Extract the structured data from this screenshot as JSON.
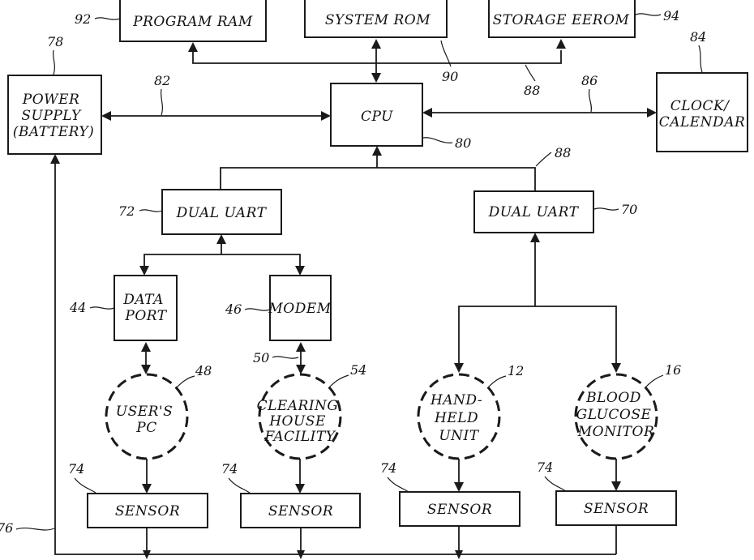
{
  "blocks": {
    "program_ram": {
      "label": "PROGRAM RAM",
      "ref": "92"
    },
    "system_rom": {
      "label": "SYSTEM ROM",
      "ref": "90"
    },
    "storage_eerom": {
      "label": "STORAGE EEROM",
      "ref": "94"
    },
    "power_supply": {
      "lines": [
        "POWER",
        "SUPPLY",
        "(BATTERY)"
      ],
      "ref": "78"
    },
    "cpu": {
      "label": "CPU",
      "ref": "80"
    },
    "clock": {
      "lines": [
        "CLOCK/",
        "CALENDAR"
      ],
      "ref": "84"
    },
    "uart_left": {
      "label": "DUAL UART",
      "ref": "72"
    },
    "uart_right": {
      "label": "DUAL UART",
      "ref": "70"
    },
    "data_port": {
      "lines": [
        "DATA",
        "PORT"
      ],
      "ref": "44"
    },
    "modem": {
      "label": "MODEM",
      "ref": "46"
    },
    "users_pc": {
      "lines": [
        "USER'S",
        "PC"
      ],
      "ref": "48"
    },
    "clearing_house": {
      "lines": [
        "CLEARING",
        "HOUSE",
        "FACILITY"
      ],
      "ref": "54"
    },
    "hand_held": {
      "lines": [
        "HAND-",
        "HELD",
        "UNIT"
      ],
      "ref": "12"
    },
    "glucose_monitor": {
      "lines": [
        "BLOOD",
        "GLUCOSE",
        "MONITOR"
      ],
      "ref": "16"
    },
    "sensors": [
      {
        "label": "SENSOR",
        "ref": "74"
      },
      {
        "label": "SENSOR",
        "ref": "74"
      },
      {
        "label": "SENSOR",
        "ref": "74"
      },
      {
        "label": "SENSOR",
        "ref": "74"
      }
    ]
  },
  "connections": {
    "memory_bus": "88",
    "power_link": "82",
    "clock_link": "86",
    "uart_bus": "88",
    "modem_link": "50",
    "power_return": "76"
  }
}
